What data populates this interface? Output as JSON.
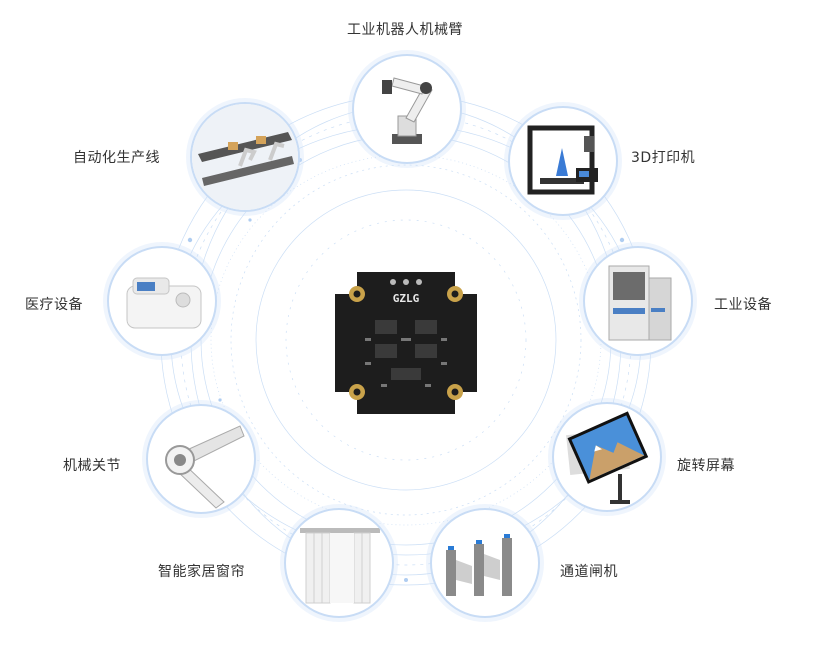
{
  "board": {
    "brand": "GZLG"
  },
  "applications": [
    {
      "id": "robot-arm",
      "label": "工业机器人机械臂",
      "icon": "robot-arm-icon"
    },
    {
      "id": "3d-printer",
      "label": "3D打印机",
      "icon": "3d-printer-icon"
    },
    {
      "id": "industrial",
      "label": "工业设备",
      "icon": "industrial-machine-icon"
    },
    {
      "id": "rotating-screen",
      "label": "旋转屏幕",
      "icon": "rotating-screen-icon"
    },
    {
      "id": "gate",
      "label": "通道闸机",
      "icon": "turnstile-gate-icon"
    },
    {
      "id": "curtain",
      "label": "智能家居窗帘",
      "icon": "curtain-icon"
    },
    {
      "id": "joint",
      "label": "机械关节",
      "icon": "robot-joint-icon"
    },
    {
      "id": "medical",
      "label": "医疗设备",
      "icon": "medical-device-icon"
    },
    {
      "id": "production",
      "label": "自动化生产线",
      "icon": "production-line-icon"
    }
  ],
  "colors": {
    "ring": "#c8dcf5",
    "network": "#9cc1ee",
    "board": "#1d1d1d",
    "pad": "#c9a24a"
  }
}
